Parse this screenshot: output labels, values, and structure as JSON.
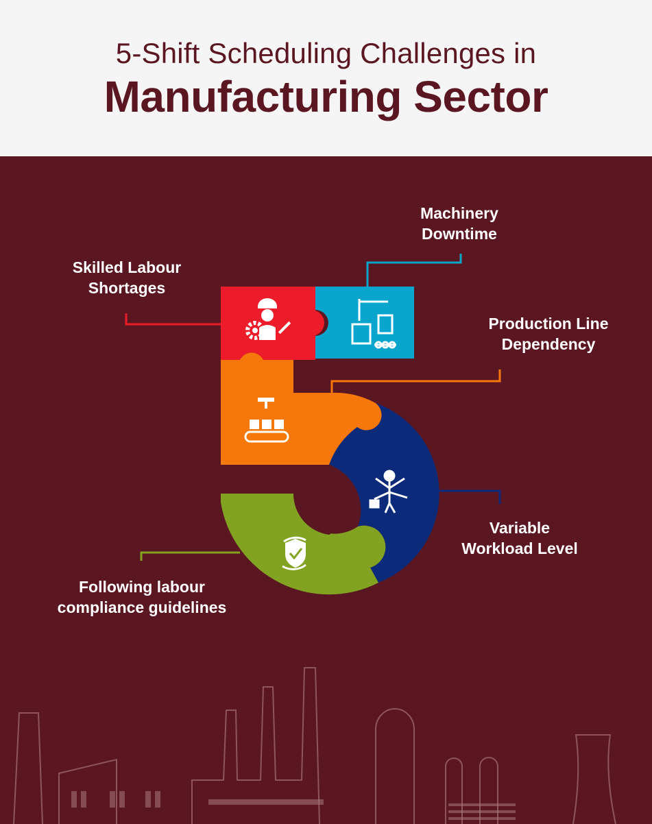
{
  "header": {
    "title_line1": "5-Shift Scheduling Challenges in",
    "title_line2": "Manufacturing Sector"
  },
  "challenges": [
    {
      "line1": "Skilled Labour",
      "line2": "Shortages",
      "color": "#ed1c2a",
      "icon": "worker-gear-icon"
    },
    {
      "line1": "Machinery",
      "line2": "Downtime",
      "color": "#0aa5cc",
      "icon": "machine-robot-arm-icon"
    },
    {
      "line1": "Production Line",
      "line2": "Dependency",
      "color": "#f7780a",
      "icon": "conveyor-belt-icon"
    },
    {
      "line1": "Variable",
      "line2": "Workload Level",
      "color": "#0b2a7a",
      "icon": "multitasking-person-icon"
    },
    {
      "line1": "Following labour",
      "line2": "compliance guidelines",
      "color": "#82a322",
      "icon": "shield-check-icon"
    }
  ],
  "colors": {
    "background": "#5b1721",
    "header_bg": "#f5f5f5",
    "title": "#5b1721",
    "skyline": "#a4707a"
  }
}
